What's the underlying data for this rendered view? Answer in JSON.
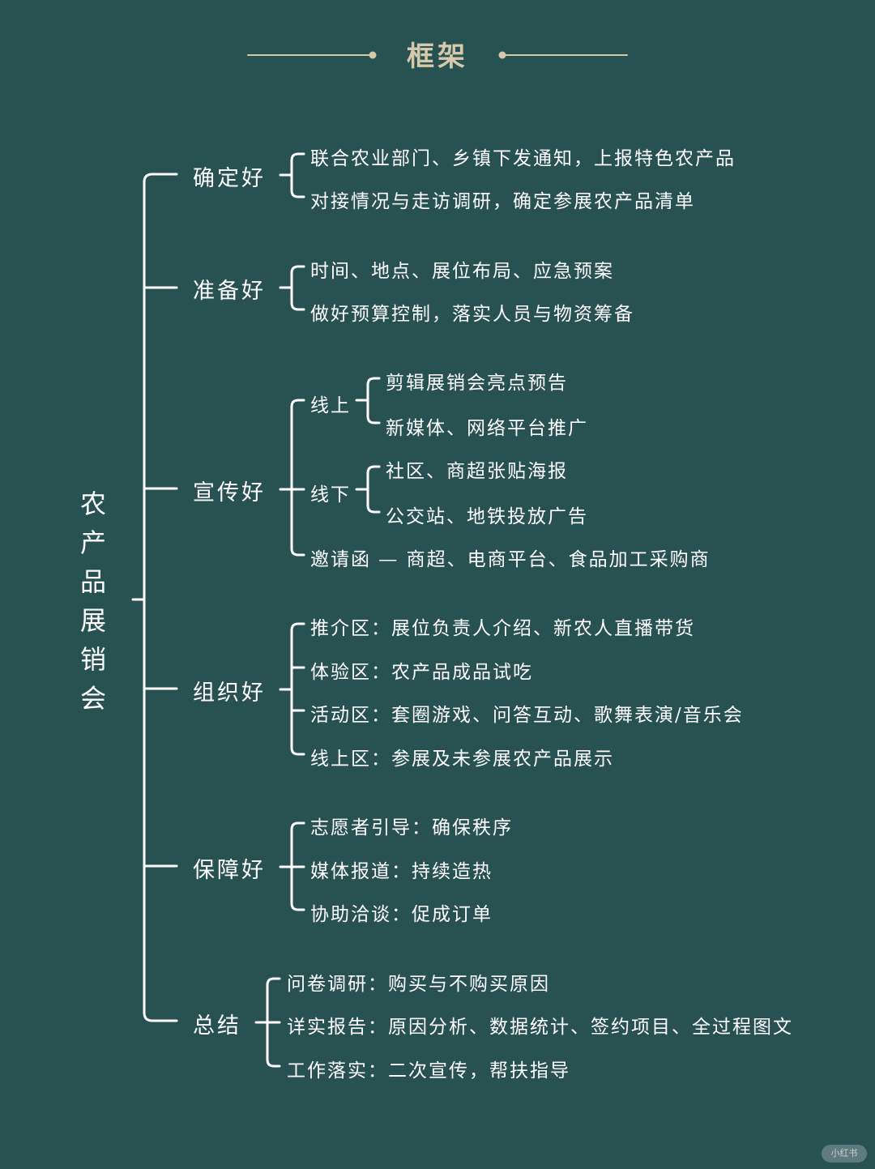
{
  "title": "框架",
  "root": [
    "农",
    "产",
    "品",
    "展",
    "销",
    "会"
  ],
  "branches": {
    "queding": {
      "label": "确定好",
      "items": [
        "联合农业部门、乡镇下发通知，上报特色农产品",
        "对接情况与走访调研，确定参展农产品清单"
      ]
    },
    "zhunbei": {
      "label": "准备好",
      "items": [
        "时间、地点、展位布局、应急预案",
        "做好预算控制，落实人员与物资筹备"
      ]
    },
    "xuanchuan": {
      "label": "宣传好",
      "online": {
        "label": "线上",
        "items": [
          "剪辑展销会亮点预告",
          "新媒体、网络平台推广"
        ]
      },
      "offline": {
        "label": "线下",
        "items": [
          "社区、商超张贴海报",
          "公交站、地铁投放广告"
        ]
      },
      "invite": "邀请函 — 商超、电商平台、食品加工采购商"
    },
    "zuzhi": {
      "label": "组织好",
      "items": [
        "推介区：展位负责人介绍、新农人直播带货",
        "体验区：农产品成品试吃",
        "活动区：套圈游戏、问答互动、歌舞表演/音乐会",
        "线上区：参展及未参展农产品展示"
      ]
    },
    "baozhang": {
      "label": "保障好",
      "items": [
        "志愿者引导：确保秩序",
        "媒体报道：持续造热",
        "协助洽谈：促成订单"
      ]
    },
    "zongjie": {
      "label": "总结",
      "items": [
        "问卷调研：购买与不购买原因",
        "详实报告：原因分析、数据统计、签约项目、全过程图文",
        "工作落实：二次宣传，帮扶指导"
      ]
    }
  },
  "watermark": "小红书",
  "colors": {
    "background": "#285152",
    "title": "#d6c9ab",
    "lines": "#ffffff"
  }
}
